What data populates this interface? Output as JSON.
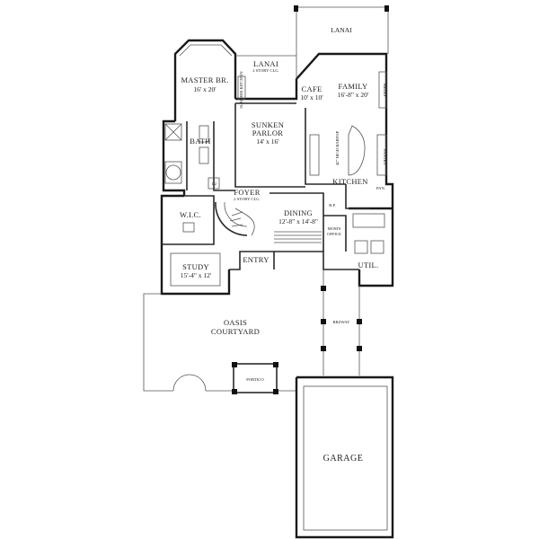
{
  "rooms": {
    "lanai_top": "LANAI",
    "lanai_center": "LANAI",
    "lanai_center_note": "2 STORY CLG.",
    "summer_kitchen": "SUMMER KITCHEN",
    "master_br": "MASTER BR.",
    "master_br_dim": "16' x 20'",
    "cafe": "CAFE",
    "cafe_dim": "10' x 10'",
    "family": "FAMILY",
    "family_dim": "16'-8\" x 20'",
    "media": "MEDIA",
    "sunken_parlor_1": "SUNKEN",
    "sunken_parlor_2": "PARLOR",
    "sunken_parlor_dim": "14' x 16'",
    "bath": "BATH",
    "barstop": "42\" HIGH BARTOP",
    "pantry": "PANTRY",
    "kitchen": "KITCHEN",
    "pan": "PAN.",
    "half_bath": "1/2",
    "foyer": "FOYER",
    "foyer_note": "2 STORY CLG.",
    "wic": "W.I.C.",
    "dining": "DINING",
    "dining_dim": "12'-8\" x 14'-8\"",
    "bp": "B.P.",
    "moms_office_1": "MOM'S",
    "moms_office_2": "OFFICE",
    "entry": "ENTRY",
    "study": "STUDY",
    "study_dim": "15'-4\" x 12'",
    "util": "UTIL.",
    "breezeway": "BRZWAY",
    "oasis_courtyard_1": "OASIS",
    "oasis_courtyard_2": "COURTYARD",
    "portico": "PORTICO",
    "garage": "GARAGE"
  }
}
